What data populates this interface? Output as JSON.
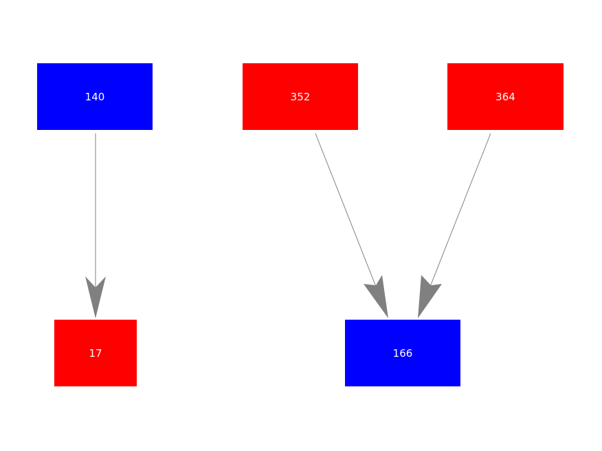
{
  "colors": {
    "blue_node": "#0000ff",
    "red_node": "#ff0000",
    "edge": "#808080",
    "label": "#ffffff"
  },
  "nodes": [
    {
      "id": "140",
      "label": "140",
      "color": "#0000ff"
    },
    {
      "id": "352",
      "label": "352",
      "color": "#ff0000"
    },
    {
      "id": "364",
      "label": "364",
      "color": "#ff0000"
    },
    {
      "id": "17",
      "label": "17",
      "color": "#ff0000"
    },
    {
      "id": "166",
      "label": "166",
      "color": "#0000ff"
    }
  ],
  "edges": [
    {
      "from": "140",
      "to": "17"
    },
    {
      "from": "352",
      "to": "166"
    },
    {
      "from": "364",
      "to": "166"
    }
  ]
}
